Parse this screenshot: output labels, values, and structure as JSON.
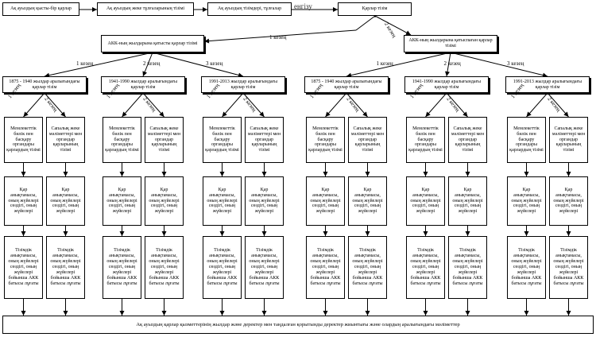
{
  "top_row": {
    "box1": "Ақ ауыздың қысты-бір қарлар",
    "box2": "Ақ ауыздың жеке тұлғаларының тізімі",
    "box3": "Ақ ауыздың тізімдері, тұлғалар",
    "arrow_label": "енгізу",
    "box4": "Қарлар тізім"
  },
  "split": {
    "left_branch_label": "1 кезең",
    "right_branch_label": "2 кезең",
    "left_box": "АКК-ның жылдарына қатысты қарлар тізімі",
    "right_box": "АКК-ның жылдарына қатыспаған қарлар тізімі"
  },
  "period_labels": [
    "1 кезең",
    "2 кезең",
    "3 кезең"
  ],
  "periods": [
    "1875 - 1940 жылдар аралығындағы қарлар тізім",
    "1941-1990 жылдар аралығындағы қарлар тізім",
    "1991-2013 жылдар аралығындағы қарлар тізім"
  ],
  "sub_labels": [
    "1 кезең",
    "2 кезең"
  ],
  "columns": {
    "a": "Мемлекеттік билік пен басқару органдары қарлардың тізімі",
    "b": "Сапалық жеке мәліметтері мен органдар қарларының тізімі"
  },
  "row2_text": "Қар анықтамасы, оның жүйелері сөздігі, оның жүйелері",
  "row3_text": "Тізімдік анықтамасы, оның жүйелері сөздігі, оның жүйелері бойынша АКК батысы лұғаты",
  "bottom_bar": "Ақ ауыздың қарлар қызметтерінің жылдар және деректер мен таңдалған қорытынды деректер жиынтығы және олардың аралығындағы мәліметтер"
}
